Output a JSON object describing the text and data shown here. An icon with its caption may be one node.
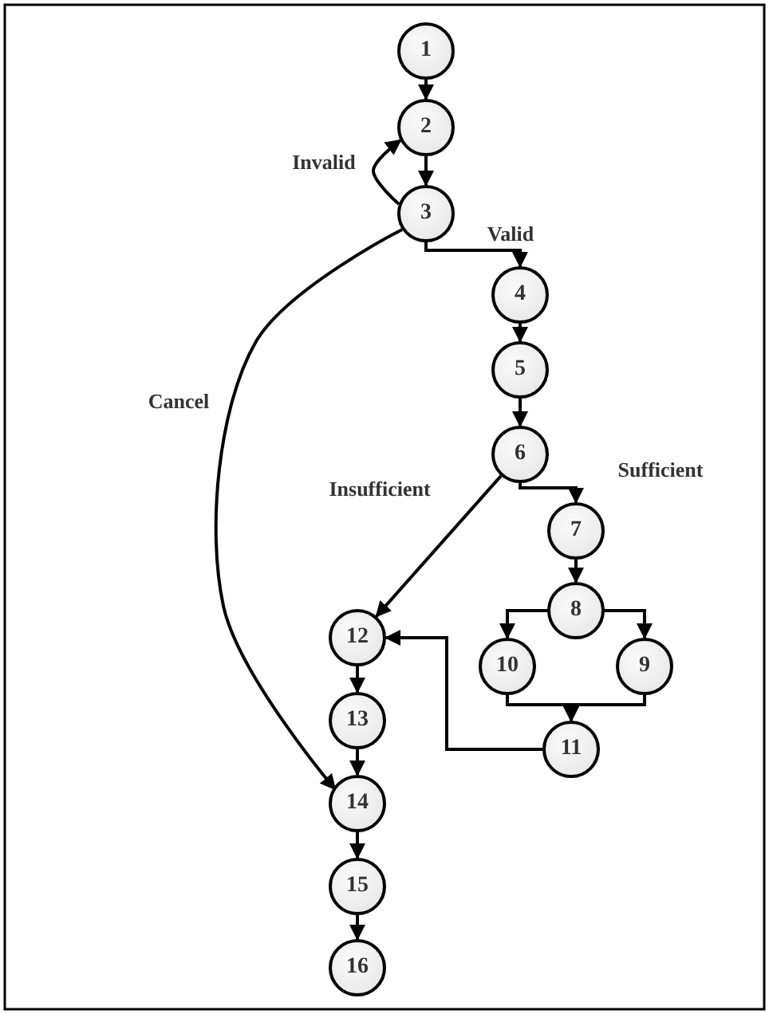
{
  "diagram": {
    "nodes": [
      {
        "text": [
          "1"
        ]
      },
      {
        "text": [
          "2"
        ]
      },
      {
        "text": [
          "3"
        ]
      },
      {
        "text": [
          "4"
        ]
      },
      {
        "text": [
          "5"
        ]
      },
      {
        "text": [
          "6"
        ]
      },
      {
        "text": [
          "7"
        ]
      },
      {
        "text": [
          "8"
        ]
      },
      {
        "text": [
          "9"
        ]
      },
      {
        "text": [
          "10"
        ]
      },
      {
        "text": [
          "11"
        ]
      },
      {
        "text": [
          "12"
        ]
      },
      {
        "text": [
          "13"
        ]
      },
      {
        "text": [
          "14"
        ]
      },
      {
        "text": [
          "15"
        ]
      },
      {
        "text": [
          "16"
        ]
      }
    ],
    "edges": [
      {
        "from": 0,
        "to": 1,
        "arrow": "to"
      },
      {
        "from": 1,
        "to": 2,
        "arrow": "to"
      },
      {
        "from": 2,
        "to": 1,
        "arrow": "to",
        "label": "Invalid"
      },
      {
        "from": 2,
        "to": 3,
        "arrow": "to",
        "label": "Valid"
      },
      {
        "from": 2,
        "to": 13,
        "arrow": "to",
        "label": "Cancel"
      },
      {
        "from": 3,
        "to": 4,
        "arrow": "to"
      },
      {
        "from": 4,
        "to": 5,
        "arrow": "to"
      },
      {
        "from": 5,
        "to": 6,
        "arrow": "to",
        "label": "Sufficient"
      },
      {
        "from": 5,
        "to": 11,
        "arrow": "to",
        "label": "Insufficient"
      },
      {
        "from": 6,
        "to": 7,
        "arrow": "to"
      },
      {
        "from": 7,
        "to": 9,
        "arrow": "to"
      },
      {
        "from": 7,
        "to": 8,
        "arrow": "to"
      },
      {
        "from": 9,
        "to": 10,
        "arrow": "to"
      },
      {
        "from": 8,
        "to": 10,
        "arrow": "to"
      },
      {
        "from": 10,
        "to": 11,
        "arrow": "to"
      },
      {
        "from": 11,
        "to": 12,
        "arrow": "to"
      },
      {
        "from": 12,
        "to": 13,
        "arrow": "to"
      },
      {
        "from": 13,
        "to": 14,
        "arrow": "to"
      },
      {
        "from": 14,
        "to": 15,
        "arrow": "to"
      }
    ]
  }
}
